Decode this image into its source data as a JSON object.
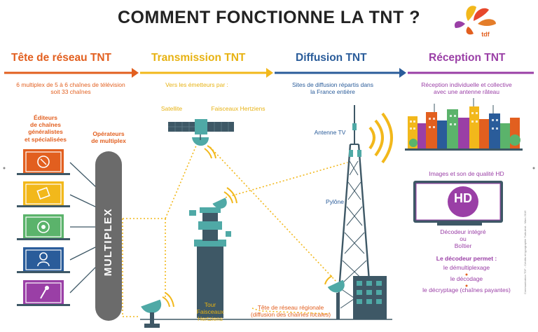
{
  "title": "COMMENT FONCTIONNE LA TNT ?",
  "logo": {
    "text": "tdf"
  },
  "stages": [
    {
      "label": "Tête de réseau TNT",
      "color": "#e25f1f",
      "description_lines": [
        "6 multiplex de 5 à 6 chaînes de télévision",
        "soit 33 chaînes"
      ]
    },
    {
      "label": "Transmission TNT",
      "color": "#f2b81b",
      "description_lines": [
        "Vers les émetteurs par :"
      ]
    },
    {
      "label": "Diffusion TNT",
      "color": "#2a5c9a",
      "description_lines": [
        "Sites de diffusion répartis dans",
        "la France entière"
      ]
    },
    {
      "label": "Réception TNT",
      "color": "#9a3fa6",
      "description_lines": [
        "Réception individuelle et collective",
        "avec une antenne râteau"
      ]
    }
  ],
  "editors": {
    "label_lines": [
      "Éditeurs",
      "de chaînes",
      "généralistes",
      "et spécialisées"
    ],
    "icon_colors": [
      "#e25f1f",
      "#f2b81b",
      "#5bb36b",
      "#2a5c9a",
      "#9a3fa6"
    ]
  },
  "operators": {
    "label_lines": [
      "Opérateurs",
      "de multiplex"
    ]
  },
  "multiplex_label": "MULTIPLEX",
  "transmission_means": {
    "satellite": "Satellite",
    "hertzian": "Faisceaux Hertziens"
  },
  "tower_label_lines": [
    "Tour",
    "Faisceaux",
    "Hertziens"
  ],
  "antenna_label": "Antenne TV",
  "pylon_label": "Pylône",
  "regional_head_lines": [
    "Tête de réseau régionale",
    "(diffusion des chaînes locales)"
  ],
  "hd": {
    "caption": "Images et son de qualité HD",
    "screen_text": "HD"
  },
  "decoder": {
    "lines": [
      "Décodeur intégré",
      "ou",
      "Boîtier"
    ]
  },
  "decoder_allows": {
    "title": "Le décodeur permet :",
    "items": [
      "le démultiplexage",
      "le décodage",
      "le décryptage (chaînes payantes)"
    ]
  },
  "side_credit": "Communication TDF - Crédits et typographie Turbulent - Mars 2016",
  "colors": {
    "orange": "#e25f1f",
    "yellow": "#f2b81b",
    "blue": "#2a5c9a",
    "purple": "#9a3fa6",
    "dark": "#3e5866",
    "teal": "#4fa9a6"
  }
}
